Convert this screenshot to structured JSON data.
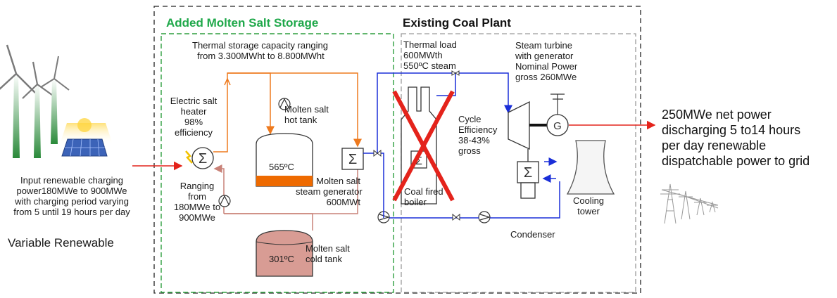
{
  "titles": {
    "storage": "Added Molten Salt Storage",
    "coal_plant": "Existing Coal Plant"
  },
  "colors": {
    "storage_title": "#1fa84a",
    "storage_border": "#2e9e3e",
    "plant_border": "#9a9a9a",
    "outer_border": "#222222",
    "hot_line": "#ee7a1e",
    "cold_line": "#c98278",
    "steam_line": "#1a2ed8",
    "cross": "#e4231b",
    "input_arrow": "#e4231b"
  },
  "labels": {
    "capacity": [
      "Thermal storage capacity ranging",
      "from 3.300MWht to 8.800MWht"
    ],
    "heater": [
      "Electric salt",
      "heater",
      "98%",
      "efficiency"
    ],
    "hot_tank_label": [
      "Molten salt",
      "hot tank"
    ],
    "hot_temp": "565ºC",
    "cold_temp": "301ºC",
    "cold_tank_label": [
      "Molten salt",
      "cold tank"
    ],
    "ranging": [
      "Ranging",
      "from",
      "180MWe to",
      "900MWe"
    ],
    "steam_gen": [
      "Molten salt",
      "steam generator",
      "600MWt"
    ],
    "thermal_load": [
      "Thermal load",
      "600MWth",
      "550ºC steam"
    ],
    "turbine": [
      "Steam turbine",
      "with generator",
      "Nominal Power",
      "gross 260MWe"
    ],
    "generator_symbol": "G",
    "cycle": [
      "Cycle",
      "Efficiency",
      "38-43%",
      "gross"
    ],
    "boiler": [
      "Coal fired",
      "boiler"
    ],
    "cooling": [
      "Cooling",
      "tower"
    ],
    "condenser": "Condenser",
    "input": [
      "Input renewable charging",
      "power180MWe to 900MWe",
      "with charging period varying",
      "from 5 until 19 hours per day"
    ],
    "variable": "Variable Renewable",
    "output": [
      "250MWe net power",
      "discharging 5 to14 hours",
      "per day renewable",
      "dispatchable power to grid"
    ]
  }
}
